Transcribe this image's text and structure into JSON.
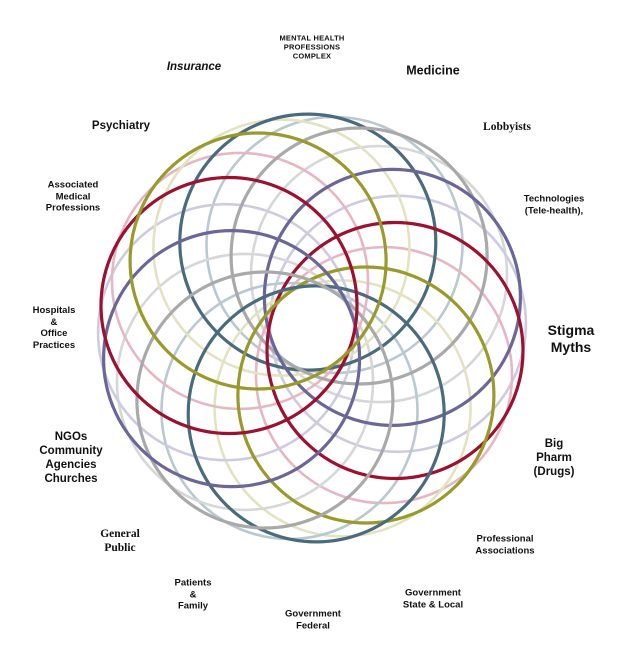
{
  "diagram": {
    "labels": {
      "mhpc": [
        "MENTAL HEALTH",
        "PROFESSIONS",
        "COMPLEX"
      ],
      "insurance": [
        "Insurance"
      ],
      "medicine": [
        "Medicine"
      ],
      "psychiatry": [
        "Psychiatry"
      ],
      "lobbyists": [
        "Lobbyists"
      ],
      "associated_medical": [
        "Associated",
        "Medical",
        "Professions"
      ],
      "technologies": [
        "Technologies",
        "(Tele-health),"
      ],
      "hospitals": [
        "Hospitals",
        "&",
        "Office",
        "Practices"
      ],
      "stigma": [
        "Stigma",
        "Myths"
      ],
      "ngos": [
        "NGOs",
        "Community",
        "Agencies",
        "Churches"
      ],
      "big_pharm": [
        "Big",
        "Pharm",
        "(Drugs)"
      ],
      "general_public": [
        "General",
        "Public"
      ],
      "professional_assoc": [
        "Professional",
        "Associations"
      ],
      "patients": [
        "Patients",
        "&",
        "Family"
      ],
      "gov_state": [
        "Government",
        "State & Local"
      ],
      "gov_federal": [
        "Government",
        "Federal"
      ]
    },
    "ring_colors": [
      "#4a6b7d",
      "#a9a9a9",
      "#6b6698",
      "#9c1030",
      "#9a9a2c"
    ],
    "ring_colors_faded": [
      "#b9c9d1",
      "#d7d7d7",
      "#cdcbe0",
      "#e6b7c3",
      "#e3e3c2"
    ]
  }
}
